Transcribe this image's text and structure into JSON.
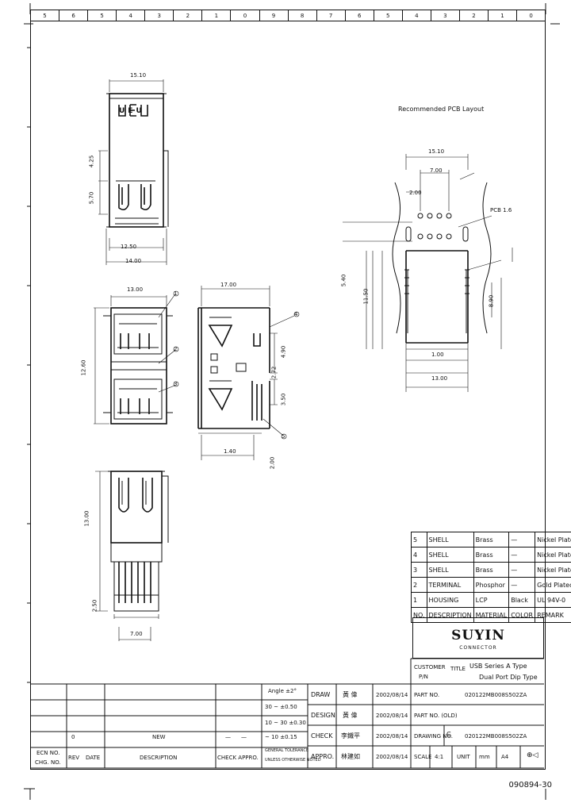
{
  "ruler_top": [
    "5",
    "6",
    "5",
    "4",
    "3",
    "2",
    "1",
    "0",
    "9",
    "8",
    "7",
    "6",
    "5",
    "4",
    "3",
    "2",
    "1",
    "0"
  ],
  "labels": {
    "recommended_layout": "Recommended PCB Layout",
    "dim_15_10": "15.10",
    "dim_12_50": "12.50",
    "dim_14_00": "14.00",
    "dim_4_25": "4.25",
    "dim_5_70": "5.70",
    "dim_13_00": "13.00",
    "dim_12_60": "12.60",
    "dim_17_00": "17.00",
    "dim_2_72": "2.72",
    "dim_3_50": "3.50",
    "dim_4_90": "4.90",
    "dim_1_40": "1.40",
    "dim_2_00": "2.00",
    "dim_7_00": "7.00",
    "dim_2_50": "2.50",
    "dim_1_00": "1.00",
    "dim_8_90": "8.90",
    "dim_11_50": "11.50",
    "dim_13_00b": "13.00",
    "dim_5_40": "5.40",
    "dim_2_00b": "2.00",
    "callout_1": "1",
    "callout_2": "2",
    "callout_3": "3",
    "callout_4": "4",
    "callout_5": "5",
    "view_top": "UEU",
    "pcb_thickness": "PCB 1.6"
  },
  "bom": {
    "rows": [
      {
        "no": "5",
        "desc": "SHELL",
        "material": "Brass",
        "color": "—",
        "remark": "Nickel Plated"
      },
      {
        "no": "4",
        "desc": "SHELL",
        "material": "Brass",
        "color": "—",
        "remark": "Nickel Plated"
      },
      {
        "no": "3",
        "desc": "SHELL",
        "material": "Brass",
        "color": "—",
        "remark": "Nickel Plated"
      },
      {
        "no": "2",
        "desc": "TERMINAL",
        "material": "Phosphor",
        "color": "—",
        "remark": "Gold Plated"
      },
      {
        "no": "1",
        "desc": "HOUSING",
        "material": "LCP",
        "color": "Black",
        "remark": "UL 94V-0"
      }
    ],
    "header": {
      "no": "NO.",
      "desc": "DESCRIPTION",
      "material": "MATERIAL",
      "color": "COLOR",
      "remark": "REMARK"
    }
  },
  "logo": {
    "brand": "SUYIN",
    "sub": "CONNECTOR"
  },
  "title_block": {
    "customer_label": "CUSTOMER",
    "customer_sub": "P/N",
    "title_label": "TITLE",
    "title_line1": "USB Series A Type",
    "title_line2": "Dual Port Dip Type",
    "draw": "DRAW",
    "design": "DESIGN",
    "check": "CHECK",
    "approve": "APPRO.",
    "draw_name": "黃 偉",
    "design_name": "黃 偉",
    "check_name": "李鐵平",
    "approve_name": "林建如",
    "date1": "2002/08/14",
    "date2": "2002/08/14",
    "date3": "2002/08/14",
    "date4": "2002/08/14",
    "part_no_label": "PART NO.",
    "part_no": "020122MB008S502ZA",
    "part_no_old_label": "PART NO. (OLD)",
    "drawing_no_label": "DRAWING NO.",
    "drawing_size": "C",
    "drawing_no": "020122MB008S502ZA",
    "scale_label": "SCALE",
    "scale": "4:1",
    "unit_label": "UNIT",
    "unit": "mm",
    "sheet_code": "A4"
  },
  "tolerance": {
    "title": "Angle ±2°",
    "rows": [
      "30 ~ ±0.50",
      "10 ~ 30 ±0.30",
      "~ 10 ±0.15"
    ],
    "note1": "GENERAL TOLERANCE",
    "note2": "UNLESS OTHERWISE NOTED"
  },
  "revision": {
    "ecn_label": "ECN NO.",
    "ecn_sub": "CHG. NO.",
    "rev_label": "REV",
    "date_label": "DATE",
    "desc_label": "DESCRIPTION",
    "chk_label": "CHECK APPRO.",
    "row_rev": "0",
    "row_desc": "NEW",
    "row_chk1": "—",
    "row_chk2": "—"
  },
  "footer_code": "090894-30"
}
